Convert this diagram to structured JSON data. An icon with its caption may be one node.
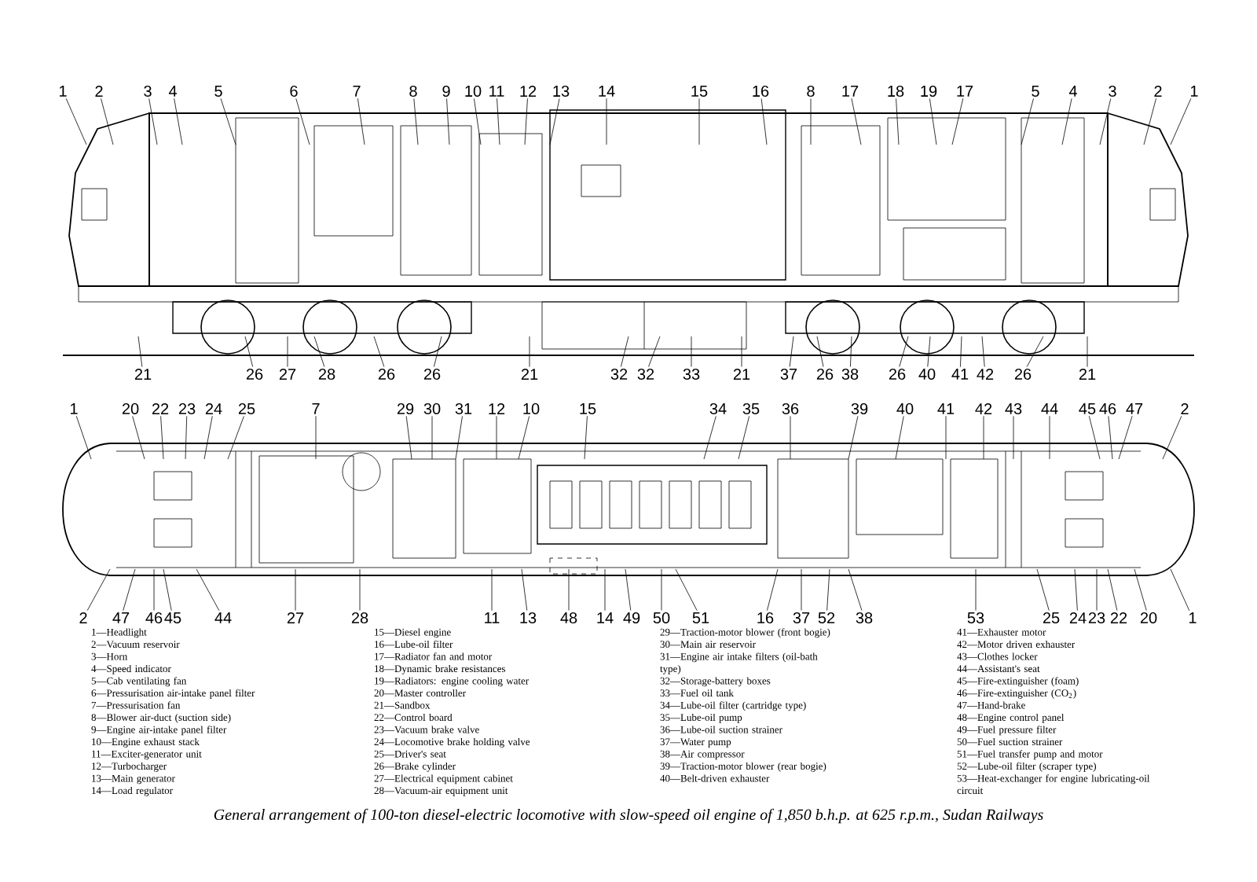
{
  "diagram": {
    "caption": "General arrangement of 100-ton diesel-electric locomotive with slow-speed oil engine of 1,850 b.h.p. at 625 r.p.m., Sudan Railways",
    "nodes": [
      {
        "text": [
          "1"
        ]
      },
      {
        "text": [
          "2"
        ]
      },
      {
        "text": [
          "3"
        ]
      },
      {
        "text": [
          "4"
        ]
      },
      {
        "text": [
          "5"
        ]
      },
      {
        "text": [
          "6"
        ]
      },
      {
        "text": [
          "7"
        ]
      },
      {
        "text": [
          "8"
        ]
      },
      {
        "text": [
          "9"
        ]
      },
      {
        "text": [
          "10"
        ]
      },
      {
        "text": [
          "11"
        ]
      },
      {
        "text": [
          "12"
        ]
      },
      {
        "text": [
          "13"
        ]
      },
      {
        "text": [
          "14"
        ]
      },
      {
        "text": [
          "15"
        ]
      },
      {
        "text": [
          "16"
        ]
      },
      {
        "text": [
          "8"
        ]
      },
      {
        "text": [
          "17"
        ]
      },
      {
        "text": [
          "18"
        ]
      },
      {
        "text": [
          "19"
        ]
      },
      {
        "text": [
          "17"
        ]
      },
      {
        "text": [
          "5"
        ]
      },
      {
        "text": [
          "4"
        ]
      },
      {
        "text": [
          "3"
        ]
      },
      {
        "text": [
          "2"
        ]
      },
      {
        "text": [
          "1"
        ]
      },
      {
        "text": [
          "21"
        ]
      },
      {
        "text": [
          "26"
        ]
      },
      {
        "text": [
          "27"
        ]
      },
      {
        "text": [
          "28"
        ]
      },
      {
        "text": [
          "26"
        ]
      },
      {
        "text": [
          "26"
        ]
      },
      {
        "text": [
          "21"
        ]
      },
      {
        "text": [
          "32"
        ]
      },
      {
        "text": [
          "32"
        ]
      },
      {
        "text": [
          "33"
        ]
      },
      {
        "text": [
          "21"
        ]
      },
      {
        "text": [
          "37"
        ]
      },
      {
        "text": [
          "26"
        ]
      },
      {
        "text": [
          "38"
        ]
      },
      {
        "text": [
          "26"
        ]
      },
      {
        "text": [
          "40"
        ]
      },
      {
        "text": [
          "41"
        ]
      },
      {
        "text": [
          "42"
        ]
      },
      {
        "text": [
          "26"
        ]
      },
      {
        "text": [
          "21"
        ]
      },
      {
        "text": [
          "1"
        ]
      },
      {
        "text": [
          "20"
        ]
      },
      {
        "text": [
          "22"
        ]
      },
      {
        "text": [
          "23"
        ]
      },
      {
        "text": [
          "24"
        ]
      },
      {
        "text": [
          "25"
        ]
      },
      {
        "text": [
          "7"
        ]
      },
      {
        "text": [
          "29"
        ]
      },
      {
        "text": [
          "30"
        ]
      },
      {
        "text": [
          "31"
        ]
      },
      {
        "text": [
          "12"
        ]
      },
      {
        "text": [
          "10"
        ]
      },
      {
        "text": [
          "15"
        ]
      },
      {
        "text": [
          "34"
        ]
      },
      {
        "text": [
          "35"
        ]
      },
      {
        "text": [
          "36"
        ]
      },
      {
        "text": [
          "39"
        ]
      },
      {
        "text": [
          "40"
        ]
      },
      {
        "text": [
          "41"
        ]
      },
      {
        "text": [
          "42"
        ]
      },
      {
        "text": [
          "43"
        ]
      },
      {
        "text": [
          "44"
        ]
      },
      {
        "text": [
          "45"
        ]
      },
      {
        "text": [
          "46"
        ]
      },
      {
        "text": [
          "47"
        ]
      },
      {
        "text": [
          "2"
        ]
      },
      {
        "text": [
          "2"
        ]
      },
      {
        "text": [
          "47"
        ]
      },
      {
        "text": [
          "46"
        ]
      },
      {
        "text": [
          "45"
        ]
      },
      {
        "text": [
          "44"
        ]
      },
      {
        "text": [
          "27"
        ]
      },
      {
        "text": [
          "28"
        ]
      },
      {
        "text": [
          "11"
        ]
      },
      {
        "text": [
          "13"
        ]
      },
      {
        "text": [
          "48"
        ]
      },
      {
        "text": [
          "14"
        ]
      },
      {
        "text": [
          "49"
        ]
      },
      {
        "text": [
          "50"
        ]
      },
      {
        "text": [
          "51"
        ]
      },
      {
        "text": [
          "16"
        ]
      },
      {
        "text": [
          "37"
        ]
      },
      {
        "text": [
          "52"
        ]
      },
      {
        "text": [
          "38"
        ]
      },
      {
        "text": [
          "53"
        ]
      },
      {
        "text": [
          "25"
        ]
      },
      {
        "text": [
          "24"
        ]
      },
      {
        "text": [
          "23"
        ]
      },
      {
        "text": [
          "22"
        ]
      },
      {
        "text": [
          "20"
        ]
      },
      {
        "text": [
          "1"
        ]
      }
    ],
    "edges": [
      {
        "from": 0,
        "to": null,
        "arrow": "none"
      },
      {
        "from": 1,
        "to": null,
        "arrow": "none"
      },
      {
        "from": 2,
        "to": null,
        "arrow": "none"
      },
      {
        "from": 3,
        "to": null,
        "arrow": "none"
      },
      {
        "from": 4,
        "to": null,
        "arrow": "none"
      },
      {
        "from": 5,
        "to": null,
        "arrow": "none"
      },
      {
        "from": 6,
        "to": null,
        "arrow": "none"
      },
      {
        "from": 7,
        "to": null,
        "arrow": "none"
      },
      {
        "from": 8,
        "to": null,
        "arrow": "none"
      },
      {
        "from": 9,
        "to": null,
        "arrow": "none"
      },
      {
        "from": 10,
        "to": null,
        "arrow": "none"
      },
      {
        "from": 11,
        "to": null,
        "arrow": "none"
      },
      {
        "from": 12,
        "to": null,
        "arrow": "none"
      },
      {
        "from": 13,
        "to": null,
        "arrow": "none"
      },
      {
        "from": 14,
        "to": null,
        "arrow": "none"
      },
      {
        "from": 15,
        "to": null,
        "arrow": "none"
      },
      {
        "from": 16,
        "to": null,
        "arrow": "none"
      },
      {
        "from": 17,
        "to": null,
        "arrow": "none"
      },
      {
        "from": 18,
        "to": null,
        "arrow": "none"
      },
      {
        "from": 19,
        "to": null,
        "arrow": "none"
      },
      {
        "from": 20,
        "to": null,
        "arrow": "none"
      },
      {
        "from": 21,
        "to": null,
        "arrow": "none"
      },
      {
        "from": 22,
        "to": null,
        "arrow": "none"
      },
      {
        "from": 23,
        "to": null,
        "arrow": "none"
      },
      {
        "from": 24,
        "to": null,
        "arrow": "none"
      },
      {
        "from": 25,
        "to": null,
        "arrow": "none"
      },
      {
        "from": 26,
        "to": null,
        "arrow": "none"
      },
      {
        "from": 27,
        "to": null,
        "arrow": "none"
      },
      {
        "from": 28,
        "to": null,
        "arrow": "none"
      },
      {
        "from": 29,
        "to": null,
        "arrow": "none"
      },
      {
        "from": 30,
        "to": null,
        "arrow": "none"
      },
      {
        "from": 31,
        "to": null,
        "arrow": "none"
      },
      {
        "from": 32,
        "to": null,
        "arrow": "none"
      },
      {
        "from": 33,
        "to": null,
        "arrow": "none"
      },
      {
        "from": 34,
        "to": null,
        "arrow": "none"
      },
      {
        "from": 35,
        "to": null,
        "arrow": "none"
      },
      {
        "from": 36,
        "to": null,
        "arrow": "none"
      },
      {
        "from": 37,
        "to": null,
        "arrow": "none"
      },
      {
        "from": 38,
        "to": null,
        "arrow": "none"
      },
      {
        "from": 39,
        "to": null,
        "arrow": "none"
      },
      {
        "from": 40,
        "to": null,
        "arrow": "none"
      },
      {
        "from": 41,
        "to": null,
        "arrow": "none"
      },
      {
        "from": 42,
        "to": null,
        "arrow": "none"
      },
      {
        "from": 43,
        "to": null,
        "arrow": "none"
      },
      {
        "from": 44,
        "to": null,
        "arrow": "none"
      },
      {
        "from": 45,
        "to": null,
        "arrow": "none"
      },
      {
        "from": 46,
        "to": null,
        "arrow": "none"
      },
      {
        "from": 47,
        "to": null,
        "arrow": "none"
      },
      {
        "from": 48,
        "to": null,
        "arrow": "none"
      },
      {
        "from": 49,
        "to": null,
        "arrow": "none"
      },
      {
        "from": 50,
        "to": null,
        "arrow": "none"
      },
      {
        "from": 51,
        "to": null,
        "arrow": "none"
      },
      {
        "from": 52,
        "to": null,
        "arrow": "none"
      },
      {
        "from": 53,
        "to": null,
        "arrow": "none"
      },
      {
        "from": 54,
        "to": null,
        "arrow": "none"
      },
      {
        "from": 55,
        "to": null,
        "arrow": "none"
      },
      {
        "from": 56,
        "to": null,
        "arrow": "none"
      },
      {
        "from": 57,
        "to": null,
        "arrow": "none"
      },
      {
        "from": 58,
        "to": null,
        "arrow": "none"
      },
      {
        "from": 59,
        "to": null,
        "arrow": "none"
      },
      {
        "from": 60,
        "to": null,
        "arrow": "none"
      },
      {
        "from": 61,
        "to": null,
        "arrow": "none"
      },
      {
        "from": 62,
        "to": null,
        "arrow": "none"
      },
      {
        "from": 63,
        "to": null,
        "arrow": "none"
      },
      {
        "from": 64,
        "to": null,
        "arrow": "none"
      },
      {
        "from": 65,
        "to": null,
        "arrow": "none"
      },
      {
        "from": 66,
        "to": null,
        "arrow": "none"
      },
      {
        "from": 67,
        "to": null,
        "arrow": "none"
      },
      {
        "from": 68,
        "to": null,
        "arrow": "none"
      },
      {
        "from": 69,
        "to": null,
        "arrow": "none"
      },
      {
        "from": 70,
        "to": null,
        "arrow": "none"
      },
      {
        "from": 71,
        "to": null,
        "arrow": "none"
      },
      {
        "from": 72,
        "to": null,
        "arrow": "none"
      },
      {
        "from": 73,
        "to": null,
        "arrow": "none"
      },
      {
        "from": 74,
        "to": null,
        "arrow": "none"
      },
      {
        "from": 75,
        "to": null,
        "arrow": "none"
      },
      {
        "from": 76,
        "to": null,
        "arrow": "none"
      },
      {
        "from": 77,
        "to": null,
        "arrow": "none"
      },
      {
        "from": 78,
        "to": null,
        "arrow": "none"
      },
      {
        "from": 79,
        "to": null,
        "arrow": "none"
      },
      {
        "from": 80,
        "to": null,
        "arrow": "none"
      },
      {
        "from": 81,
        "to": null,
        "arrow": "none"
      },
      {
        "from": 82,
        "to": null,
        "arrow": "none"
      },
      {
        "from": 83,
        "to": null,
        "arrow": "none"
      },
      {
        "from": 84,
        "to": null,
        "arrow": "none"
      },
      {
        "from": 85,
        "to": null,
        "arrow": "none"
      },
      {
        "from": 86,
        "to": null,
        "arrow": "none"
      },
      {
        "from": 87,
        "to": null,
        "arrow": "none"
      },
      {
        "from": 88,
        "to": null,
        "arrow": "none"
      },
      {
        "from": 89,
        "to": null,
        "arrow": "none"
      },
      {
        "from": 90,
        "to": null,
        "arrow": "none"
      },
      {
        "from": 91,
        "to": null,
        "arrow": "none"
      },
      {
        "from": 92,
        "to": null,
        "arrow": "none"
      },
      {
        "from": 93,
        "to": null,
        "arrow": "none"
      },
      {
        "from": 94,
        "to": null,
        "arrow": "none"
      },
      {
        "from": 95,
        "to": null,
        "arrow": "none"
      },
      {
        "from": 96,
        "to": null,
        "arrow": "none"
      }
    ],
    "labels": [
      "1—Headlight",
      "2—Vacuum reservoir",
      "3—Horn",
      "4—Speed indicator",
      "5—Cab ventilating fan",
      "6—Pressurisation air-intake panel filter",
      "7—Pressurisation fan",
      "8—Blower air-duct (suction side)",
      "9—Engine air-intake panel filter",
      "10—Engine exhaust stack",
      "11—Exciter-generator unit",
      "12—Turbocharger",
      "13—Main generator",
      "14—Load regulator",
      "15—Diesel engine",
      "16—Lube-oil filter",
      "17—Radiator fan and motor",
      "18—Dynamic brake resistances",
      "19—Radiators: engine cooling water",
      "20—Master controller",
      "21—Sandbox",
      "22—Control board",
      "23—Vacuum brake valve",
      "24—Locomotive brake holding valve",
      "25—Driver's seat",
      "26—Brake cylinder",
      "27—Electrical equipment cabinet",
      "28—Vacuum-air equipment unit",
      "29—Traction-motor blower (front bogie)",
      "30—Main air reservoir",
      "31—Engine air intake filters (oil-bath type)",
      "32—Storage-battery boxes",
      "33—Fuel oil tank",
      "34—Lube-oil filter (cartridge type)",
      "35—Lube-oil pump",
      "36—Lube-oil suction strainer",
      "37—Water pump",
      "38—Air compressor",
      "39—Traction-motor blower (rear bogie)",
      "40—Belt-driven exhauster",
      "41—Exhauster motor",
      "42—Motor driven exhauster",
      "43—Clothes locker",
      "44—Assistant's seat",
      "45—Fire-extinguisher (foam)",
      "46—Fire-extinguisher (CO$_{2}$)",
      "47—Hand-brake",
      "48—Engine control panel",
      "49—Fuel pressure filter",
      "50—Fuel suction strainer",
      "51—Fuel transfer pump and motor",
      "52—Lube-oil filter (scraper type)",
      "53—Heat-exchanger for engine lubricating-oil circuit"
    ]
  }
}
